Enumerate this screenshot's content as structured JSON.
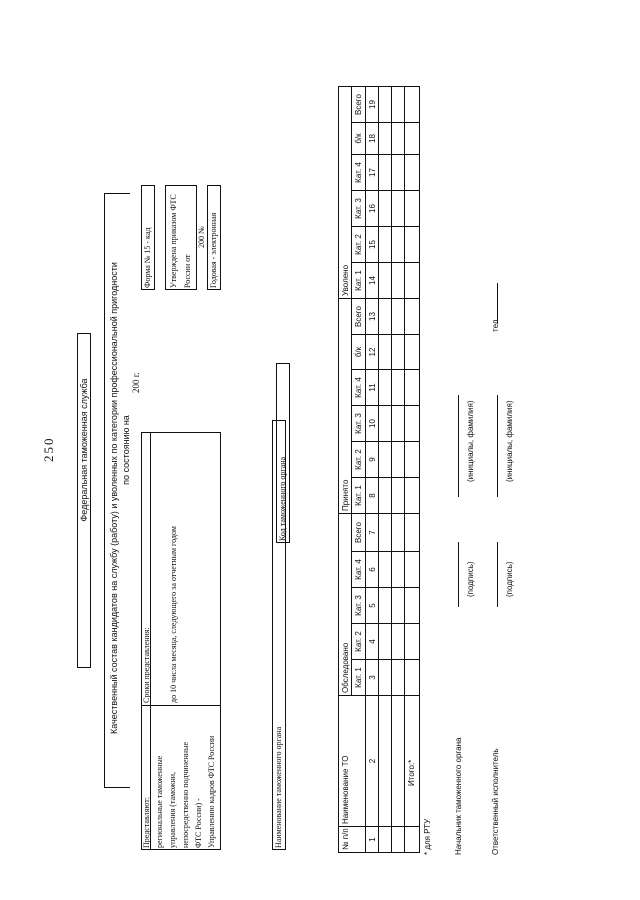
{
  "page_number": "250",
  "header": {
    "agency": "Федеральная таможенная служба",
    "title_line1": "Качественный состав кандидатов на службу (работу) и уволенных по категории профессиональной пригодности",
    "title_line2": "по состоянию на",
    "year": "200   г."
  },
  "submitters": {
    "label": "Представляют:",
    "text": [
      "региональные таможенные",
      "управления (таможни,",
      "непосредственно подчиненные",
      "ФТС России) -",
      "Управлению кадров ФТС России"
    ]
  },
  "deadline": {
    "label": "Сроки представления:",
    "text": "до 10 числа месяца, следующего за отчетным годом"
  },
  "form_info": {
    "form_no": "Форма № 15 - кад",
    "approved_line1": "Утверждена приказом ФТС России от",
    "approved_line2": "200     №",
    "periodicity": "Годовая - электронная"
  },
  "org": {
    "name_label": "Наименование таможенного органа",
    "code_label": "Код таможенного органа"
  },
  "table": {
    "col_no": "№ п/п",
    "col_name": "Наименование ТО",
    "group_examined": "Обследовано",
    "group_hired": "Принято",
    "group_fired": "Уволено",
    "examined_cols": [
      "Кат. 1",
      "Кат. 2",
      "Кат. 3",
      "Кат. 4",
      "Всего"
    ],
    "hired_cols": [
      "Кат. 1",
      "Кат. 2",
      "Кат. 3",
      "Кат. 4",
      "б/к",
      "Всего"
    ],
    "fired_cols": [
      "Кат. 1",
      "Кат. 2",
      "Кат. 3",
      "Кат. 4",
      "б/к",
      "Всего"
    ],
    "numbers": [
      "1",
      "2",
      "3",
      "4",
      "5",
      "6",
      "7",
      "8",
      "9",
      "10",
      "11",
      "12",
      "13",
      "14",
      "15",
      "16",
      "17",
      "18",
      "19"
    ],
    "total_label": "Итого:*",
    "footnote": "* для РТУ"
  },
  "signatures": {
    "head_label": "Начальник таможенного органа",
    "executor_label": "Ответственный исполнитель",
    "signature_hint": "(подпись)",
    "initials_hint": "(инициалы, фамилия)",
    "phone_label": "тел."
  }
}
